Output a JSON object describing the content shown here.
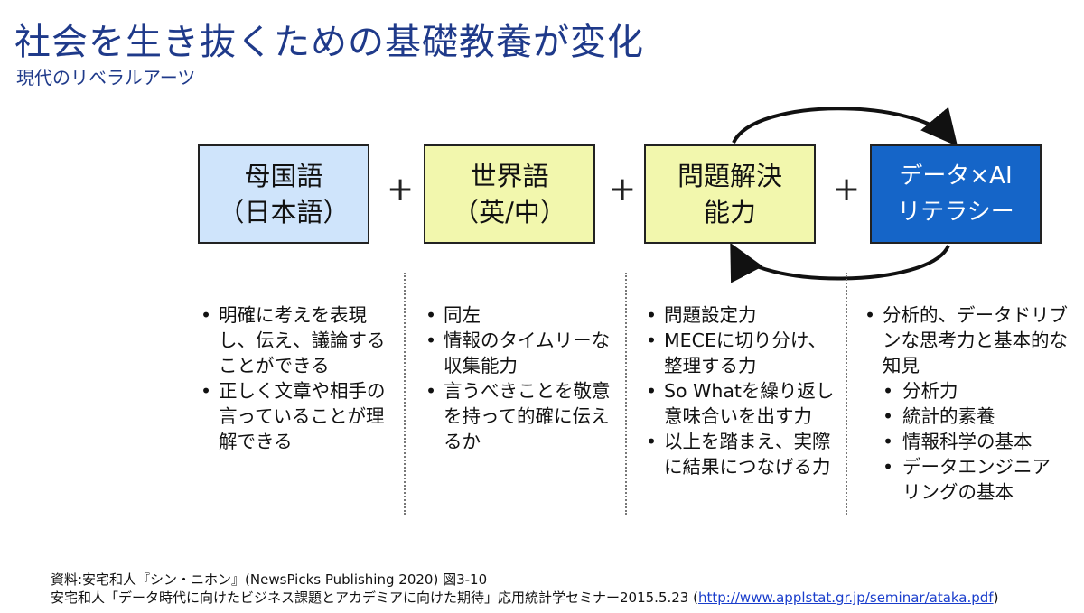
{
  "slide": {
    "title": "社会を生き抜くための基礎教養が変化",
    "subtitle": "現代のリベラルアーツ"
  },
  "boxes": [
    {
      "line1": "母国語",
      "line2": "（日本語）",
      "color": "#cfe4fb"
    },
    {
      "line1": "世界語",
      "line2": "（英/中）",
      "color": "#f2f7ad"
    },
    {
      "line1": "問題解決",
      "line2": "能力",
      "color": "#f2f7ad"
    },
    {
      "line1": "データ×AI",
      "line2": "リテラシー",
      "color": "#1565c8"
    }
  ],
  "operators": [
    "+",
    "+",
    "+"
  ],
  "columns": [
    {
      "items": [
        {
          "text": "明確に考えを表現し、伝え、議論することができる"
        },
        {
          "text": "正しく文章や相手の言っていることが理解できる"
        }
      ]
    },
    {
      "items": [
        {
          "text": "同左"
        },
        {
          "text": "情報のタイムリーな収集能力"
        },
        {
          "text": "言うべきことを敬意を持って的確に伝えるか"
        }
      ]
    },
    {
      "items": [
        {
          "text": "問題設定力"
        },
        {
          "text": "MECEに切り分け、整理する力"
        },
        {
          "text": "So Whatを繰り返し意味合いを出す力"
        },
        {
          "text": "以上を踏まえ、実際に結果につなげる力"
        }
      ]
    },
    {
      "items": [
        {
          "text": "分析的、データドリブンな思考力と基本的な知見"
        },
        {
          "text": "分析力"
        },
        {
          "text": "統計的素養"
        },
        {
          "text": "情報科学の基本"
        },
        {
          "text": "データエンジニアリングの基本"
        }
      ]
    }
  ],
  "footer": {
    "line1": "資料:安宅和人『シン・ニホン』(NewsPicks Publishing 2020) 図3-10",
    "line2_prefix": "安宅和人「データ時代に向けたビジネス課題とアカデミアに向けた期待」応用統計学セミナー2015.5.23 (",
    "line2_link": "http://www.applstat.gr.jp/seminar/ataka.pdf",
    "line2_suffix": ")"
  }
}
